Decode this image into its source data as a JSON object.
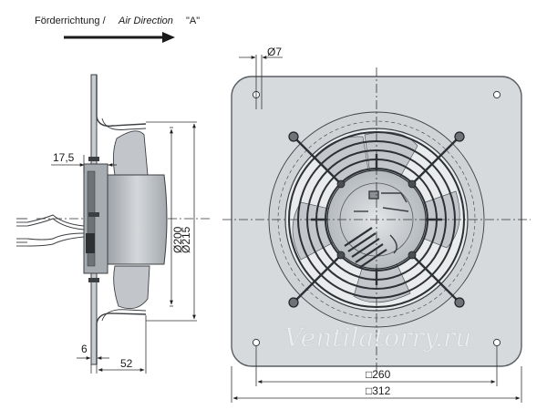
{
  "header": {
    "label_de": "Förderrichtung /",
    "label_en": "Air Direction",
    "label_code": "\"A\""
  },
  "side_view": {
    "dim_depth_front": "17,5",
    "dim_flange": "6",
    "dim_depth_total": "52",
    "dim_dia_inner": "Ø200",
    "dim_dia_outer": "Ø215"
  },
  "front_view": {
    "dim_hole": "Ø7",
    "dim_hole_spacing": "□260",
    "dim_plate_size": "□312"
  },
  "watermark": "Ventilatorry.ru",
  "colors": {
    "plate": "#d7dadd",
    "plate_edge": "#5a5e63",
    "motor": "#bfc3c7",
    "dark": "#3c3f43"
  }
}
